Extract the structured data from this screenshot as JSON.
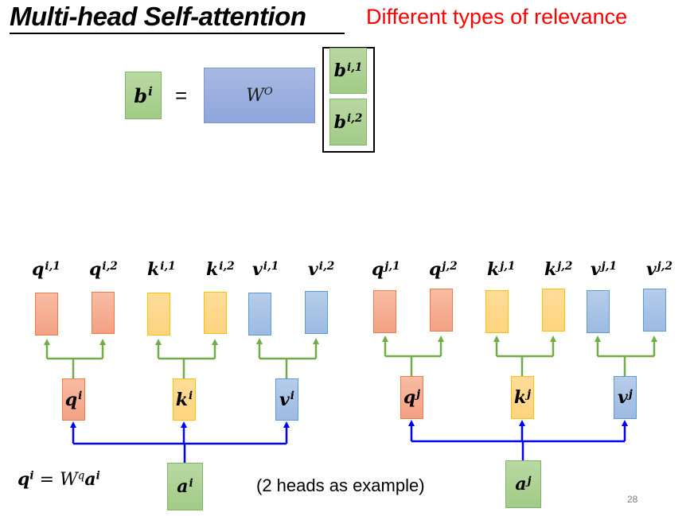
{
  "title": "Multi-head Self-attention",
  "subtitle": "Different types of relevance",
  "output_equation": {
    "lhs": {
      "base": "b",
      "sup": "i"
    },
    "equals": "=",
    "weight": {
      "base": "W",
      "sup": "O"
    },
    "heads": [
      {
        "base": "b",
        "sup": "i,1"
      },
      {
        "base": "b",
        "sup": "i,2"
      }
    ]
  },
  "groups": [
    {
      "token": "i",
      "input": {
        "base": "a",
        "sup": "i"
      },
      "projections": [
        {
          "kind": "query",
          "base": "q",
          "sup": "i",
          "heads": [
            {
              "base": "q",
              "sup": "i,1"
            },
            {
              "base": "q",
              "sup": "i,2"
            }
          ]
        },
        {
          "kind": "key",
          "base": "k",
          "sup": "i",
          "heads": [
            {
              "base": "k",
              "sup": "i,1"
            },
            {
              "base": "k",
              "sup": "i,2"
            }
          ]
        },
        {
          "kind": "value",
          "base": "v",
          "sup": "i",
          "heads": [
            {
              "base": "v",
              "sup": "i,1"
            },
            {
              "base": "v",
              "sup": "i,2"
            }
          ]
        }
      ]
    },
    {
      "token": "j",
      "input": {
        "base": "a",
        "sup": "j"
      },
      "projections": [
        {
          "kind": "query",
          "base": "q",
          "sup": "j",
          "heads": [
            {
              "base": "q",
              "sup": "j,1"
            },
            {
              "base": "q",
              "sup": "j,2"
            }
          ]
        },
        {
          "kind": "key",
          "base": "k",
          "sup": "j",
          "heads": [
            {
              "base": "k",
              "sup": "j,1"
            },
            {
              "base": "k",
              "sup": "j,2"
            }
          ]
        },
        {
          "kind": "value",
          "base": "v",
          "sup": "j",
          "heads": [
            {
              "base": "v",
              "sup": "j,1"
            },
            {
              "base": "v",
              "sup": "j,2"
            }
          ]
        }
      ]
    }
  ],
  "formula": {
    "lhs_base": "q",
    "lhs_sup": "i",
    "eq": " = ",
    "w_base": "W",
    "w_sup": "q",
    "a_base": "a",
    "a_sup": "i"
  },
  "caption": "(2 heads as example)",
  "page_number": "28",
  "colors": {
    "title": "#000000",
    "subtitle": "#ff0000",
    "input_fill": "#a9d18e",
    "weight_fill": "#8faadc",
    "query_fill": "#f4b183",
    "key_fill": "#ffd966",
    "value_fill": "#9dc3e6",
    "split_arrows": "#70ad47",
    "input_arrows": "#0000ff"
  }
}
